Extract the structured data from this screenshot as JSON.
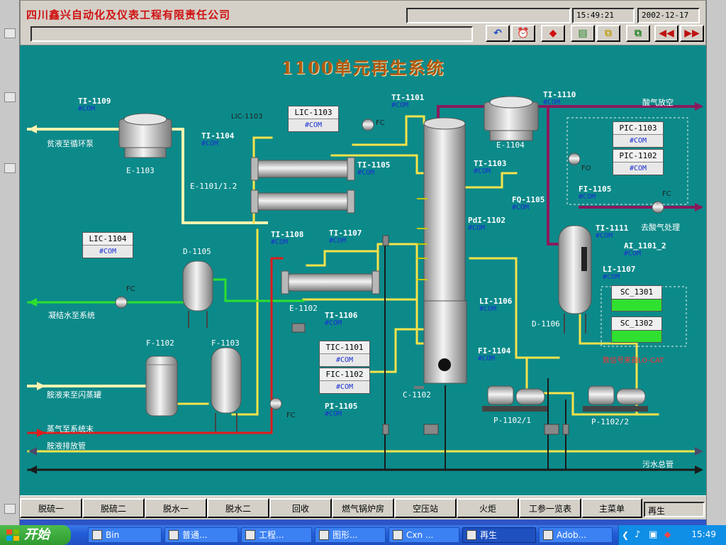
{
  "header": {
    "company": "四川鑫兴自动化及仪表工程有限责任公司",
    "time": "15:49:21",
    "date": "2002-12-17"
  },
  "system_title": "1100单元再生系统",
  "streams": {
    "poor_liquid": "贫液至循环泵",
    "condensate": "凝结水至系统",
    "rich_liquid": "胺液来至闪蒸罐",
    "steam": "蒸气至系统末",
    "amine_drain": "胺液排放管",
    "sewage": "污水总管",
    "acid_vent": "酸气放空",
    "acid_treat": "去酸气处理"
  },
  "equipment": {
    "e1103": "E-1103",
    "e1101": "E-1101/1.2",
    "e1102": "E-1102",
    "e1104": "E-1104",
    "d1105": "D-1105",
    "d1106": "D-1106",
    "f1102": "F-1102",
    "f1103": "F-1103",
    "c1102": "C-1102",
    "p1102_1": "P-1102/1",
    "p1102_2": "P-1102/2"
  },
  "tags": {
    "ti1109": "TI-1109",
    "ti1104": "TI-1104",
    "ti1101": "TI-1101",
    "ti1105": "TI-1105",
    "ti1103": "TI-1103",
    "ti1110": "TI-1110",
    "ti1108": "TI-1108",
    "ti1107": "TI-1107",
    "ti1106": "TI-1106",
    "ti1111": "TI-1111",
    "pdi1102": "PdI-1102",
    "fq1105": "FQ-1105",
    "fi1105": "FI-1105",
    "fi1104": "FI-1104",
    "li1106": "LI-1106",
    "li1107": "LI-1107",
    "ai1101": "AI_1101_2",
    "pi1105": "PI-1105",
    "lic1103_small": "LIC-1103"
  },
  "com": "#COM",
  "fc": "FC",
  "fo": "FO",
  "controllers": {
    "lic1103": "LIC-1103",
    "lic1104": "LIC-1104",
    "pic1103": "PIC-1103",
    "pic1102": "PIC-1102",
    "tic1101": "TIC-1101",
    "fic1102": "FIC-1102"
  },
  "sc": {
    "sc1301": "SC_1301",
    "sc1302": "SC_1302"
  },
  "red_note": "数信号来自LO-CAT",
  "nav": [
    "脱硫一",
    "脱硫二",
    "脱水一",
    "脱水二",
    "回收",
    "燃气锅炉房",
    "空压站",
    "火炬",
    "工参一览表",
    "主菜单"
  ],
  "status_field": "再生",
  "taskbar": {
    "start": "开始",
    "tasks": [
      "Bin",
      "普通...",
      "工程...",
      "图形...",
      "Cxn ...",
      "再生",
      "Adob..."
    ],
    "clock": "15:49"
  },
  "colors": {
    "canvas": "#0c8a8a",
    "pipe_yellow": "#f7e34a",
    "pipe_light": "#fff3b0",
    "pipe_green": "#2ee02e",
    "pipe_red": "#e21a1a",
    "pipe_purple": "#8a1a5c",
    "title": "#b05a10"
  }
}
